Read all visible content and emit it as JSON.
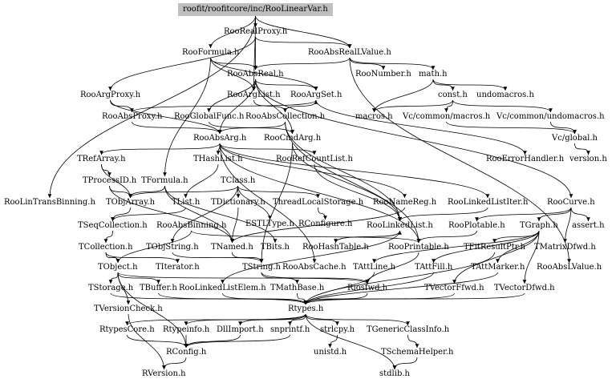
{
  "diagram": {
    "root": "roofit/roofitcore/inc/RooLinearVar.h",
    "nodes": [
      {
        "id": "root",
        "label": "roofit/roofitcore/inc/RooLinearVar.h"
      },
      {
        "id": "RooRealProxy",
        "label": "RooRealProxy.h"
      },
      {
        "id": "RooFormula",
        "label": "RooFormula.h"
      },
      {
        "id": "RooAbsRealLValue",
        "label": "RooAbsRealLValue.h"
      },
      {
        "id": "RooAbsReal",
        "label": "RooAbsReal.h"
      },
      {
        "id": "RooNumber",
        "label": "RooNumber.h"
      },
      {
        "id": "math",
        "label": "math.h"
      },
      {
        "id": "RooArgProxy",
        "label": "RooArgProxy.h"
      },
      {
        "id": "RooArgList",
        "label": "RooArgList.h"
      },
      {
        "id": "RooArgSet",
        "label": "RooArgSet.h"
      },
      {
        "id": "const",
        "label": "const.h"
      },
      {
        "id": "undomacros",
        "label": "undomacros.h"
      },
      {
        "id": "RooAbsProxy",
        "label": "RooAbsProxy.h"
      },
      {
        "id": "RooGlobalFunc",
        "label": "RooGlobalFunc.h"
      },
      {
        "id": "RooAbsCollection",
        "label": "RooAbsCollection.h"
      },
      {
        "id": "macros",
        "label": "macros.h"
      },
      {
        "id": "VcCommonMacros",
        "label": "Vc/common/macros.h"
      },
      {
        "id": "VcCommonUndomacros",
        "label": "Vc/common/undomacros.h"
      },
      {
        "id": "RooAbsArg",
        "label": "RooAbsArg.h"
      },
      {
        "id": "RooCmdArg",
        "label": "RooCmdArg.h"
      },
      {
        "id": "VcGlobal",
        "label": "Vc/global.h"
      },
      {
        "id": "TRefArray",
        "label": "TRefArray.h"
      },
      {
        "id": "THashList",
        "label": "THashList.h"
      },
      {
        "id": "RooRefCountList",
        "label": "RooRefCountList.h"
      },
      {
        "id": "RooErrorHandler",
        "label": "RooErrorHandler.h"
      },
      {
        "id": "version",
        "label": "version.h"
      },
      {
        "id": "TProcessID",
        "label": "TProcessID.h"
      },
      {
        "id": "TFormula",
        "label": "TFormula.h"
      },
      {
        "id": "TClass",
        "label": "TClass.h"
      },
      {
        "id": "RooLinTransBinning",
        "label": "RooLinTransBinning.h"
      },
      {
        "id": "TObjArray",
        "label": "TObjArray.h"
      },
      {
        "id": "TList",
        "label": "TList.h"
      },
      {
        "id": "TDictionary",
        "label": "TDictionary.h"
      },
      {
        "id": "ThreadLocalStorage",
        "label": "ThreadLocalStorage.h"
      },
      {
        "id": "RooNameReg",
        "label": "RooNameReg.h"
      },
      {
        "id": "RooLinkedListIter",
        "label": "RooLinkedListIter.h"
      },
      {
        "id": "RooCurve",
        "label": "RooCurve.h"
      },
      {
        "id": "ESTLType",
        "label": "ESTLType.h"
      },
      {
        "id": "RConfigure",
        "label": "RConfigure.h"
      },
      {
        "id": "TSeqCollection",
        "label": "TSeqCollection.h"
      },
      {
        "id": "RooAbsBinning",
        "label": "RooAbsBinning.h"
      },
      {
        "id": "RooLinkedList",
        "label": "RooLinkedList.h"
      },
      {
        "id": "RooPlotable",
        "label": "RooPlotable.h"
      },
      {
        "id": "TGraph",
        "label": "TGraph.h"
      },
      {
        "id": "assert",
        "label": "assert.h"
      },
      {
        "id": "TCollection",
        "label": "TCollection.h"
      },
      {
        "id": "TObjString",
        "label": "TObjString.h"
      },
      {
        "id": "TNamed",
        "label": "TNamed.h"
      },
      {
        "id": "TBits",
        "label": "TBits.h"
      },
      {
        "id": "RooHashTable",
        "label": "RooHashTable.h"
      },
      {
        "id": "RooPrintable",
        "label": "RooPrintable.h"
      },
      {
        "id": "TFitResultPtr",
        "label": "TFitResultPtr.h"
      },
      {
        "id": "TMatrixDfwd",
        "label": "TMatrixDfwd.h"
      },
      {
        "id": "TObject",
        "label": "TObject.h"
      },
      {
        "id": "TIterator",
        "label": "TIterator.h"
      },
      {
        "id": "TString",
        "label": "TString.h"
      },
      {
        "id": "RooAbsCache",
        "label": "RooAbsCache.h"
      },
      {
        "id": "TAttLine",
        "label": "TAttLine.h"
      },
      {
        "id": "TAttFill",
        "label": "TAttFill.h"
      },
      {
        "id": "TAttMarker",
        "label": "TAttMarker.h"
      },
      {
        "id": "RooAbsLValue",
        "label": "RooAbsLValue.h"
      },
      {
        "id": "TStorage",
        "label": "TStorage.h"
      },
      {
        "id": "TBuffer",
        "label": "TBuffer.h"
      },
      {
        "id": "RooLinkedListElem",
        "label": "RooLinkedListElem.h"
      },
      {
        "id": "TMathBase",
        "label": "TMathBase.h"
      },
      {
        "id": "Riosfwd",
        "label": "Riosfwd.h"
      },
      {
        "id": "TVectorFfwd",
        "label": "TVectorFfwd.h"
      },
      {
        "id": "TVectorDfwd",
        "label": "TVectorDfwd.h"
      },
      {
        "id": "TVersionCheck",
        "label": "TVersionCheck.h"
      },
      {
        "id": "Rtypes",
        "label": "Rtypes.h"
      },
      {
        "id": "RtypesCore",
        "label": "RtypesCore.h"
      },
      {
        "id": "Rtypeinfo",
        "label": "Rtypeinfo.h"
      },
      {
        "id": "DllImport",
        "label": "DllImport.h"
      },
      {
        "id": "snprintf",
        "label": "snprintf.h"
      },
      {
        "id": "strlcpy",
        "label": "strlcpy.h"
      },
      {
        "id": "TGenericClassInfo",
        "label": "TGenericClassInfo.h"
      },
      {
        "id": "RConfig",
        "label": "RConfig.h"
      },
      {
        "id": "unistd",
        "label": "unistd.h"
      },
      {
        "id": "TSchemaHelper",
        "label": "TSchemaHelper.h"
      },
      {
        "id": "RVersion",
        "label": "RVersion.h"
      },
      {
        "id": "stdlib",
        "label": "stdlib.h"
      }
    ],
    "edges": [
      [
        "root",
        "RooRealProxy"
      ],
      [
        "root",
        "RooAbsRealLValue"
      ],
      [
        "root",
        "RooFormula"
      ],
      [
        "root",
        "RooArgList"
      ],
      [
        "root",
        "RooLinTransBinning"
      ],
      [
        "RooRealProxy",
        "RooArgProxy"
      ],
      [
        "RooRealProxy",
        "RooAbsReal"
      ],
      [
        "RooRealProxy",
        "RooAbsRealLValue"
      ],
      [
        "RooFormula",
        "RooAbsReal"
      ],
      [
        "RooFormula",
        "RooArgSet"
      ],
      [
        "RooFormula",
        "RooArgList"
      ],
      [
        "RooFormula",
        "TFormula"
      ],
      [
        "RooAbsRealLValue",
        "RooAbsReal"
      ],
      [
        "RooAbsRealLValue",
        "RooNumber"
      ],
      [
        "RooAbsRealLValue",
        "math"
      ],
      [
        "RooAbsRealLValue",
        "RooAbsLValue"
      ],
      [
        "RooAbsReal",
        "RooArgList"
      ],
      [
        "RooAbsReal",
        "RooArgSet"
      ],
      [
        "RooAbsReal",
        "RooGlobalFunc"
      ],
      [
        "RooAbsReal",
        "RooAbsArg"
      ],
      [
        "RooAbsReal",
        "RooCurve"
      ],
      [
        "RooAbsReal",
        "RooCmdArg"
      ],
      [
        "math",
        "const"
      ],
      [
        "math",
        "undomacros"
      ],
      [
        "math",
        "macros"
      ],
      [
        "const",
        "macros"
      ],
      [
        "const",
        "VcCommonMacros"
      ],
      [
        "const",
        "VcCommonUndomacros"
      ],
      [
        "VcCommonMacros",
        "VcGlobal"
      ],
      [
        "VcCommonUndomacros",
        "VcGlobal"
      ],
      [
        "VcGlobal",
        "version"
      ],
      [
        "RooArgProxy",
        "RooAbsProxy"
      ],
      [
        "RooArgProxy",
        "RooAbsArg"
      ],
      [
        "RooArgList",
        "RooAbsCollection"
      ],
      [
        "RooArgSet",
        "RooAbsCollection"
      ],
      [
        "RooArgSet",
        "RooErrorHandler"
      ],
      [
        "RooAbsProxy",
        "RooAbsArg"
      ],
      [
        "RooAbsProxy",
        "RooArgSet"
      ],
      [
        "RooGlobalFunc",
        "RooCmdArg"
      ],
      [
        "RooAbsCollection",
        "RooAbsArg"
      ],
      [
        "RooAbsCollection",
        "RooLinkedList"
      ],
      [
        "RooAbsCollection",
        "RooPrintable"
      ],
      [
        "RooAbsArg",
        "TRefArray"
      ],
      [
        "RooAbsArg",
        "THashList"
      ],
      [
        "RooAbsArg",
        "RooRefCountList"
      ],
      [
        "RooAbsArg",
        "RooNameReg"
      ],
      [
        "RooAbsArg",
        "RooLinkedListIter"
      ],
      [
        "RooAbsArg",
        "RooAbsCache"
      ],
      [
        "RooAbsArg",
        "RooPrintable"
      ],
      [
        "RooCmdArg",
        "RooLinkedList"
      ],
      [
        "RooCmdArg",
        "TString"
      ],
      [
        "TRefArray",
        "TProcessID"
      ],
      [
        "TRefArray",
        "TObjArray"
      ],
      [
        "TProcessID",
        "TObjArray"
      ],
      [
        "TProcessID",
        "TNamed"
      ],
      [
        "TFormula",
        "TBits"
      ],
      [
        "TFormula",
        "TObjArray"
      ],
      [
        "TFormula",
        "TNamed"
      ],
      [
        "THashList",
        "TList"
      ],
      [
        "TClass",
        "TDictionary"
      ],
      [
        "TClass",
        "ThreadLocalStorage"
      ],
      [
        "TClass",
        "TObjArray"
      ],
      [
        "TClass",
        "TObjString"
      ],
      [
        "TClass",
        "ESTLType"
      ],
      [
        "TObjArray",
        "TSeqCollection"
      ],
      [
        "TList",
        "TSeqCollection"
      ],
      [
        "TDictionary",
        "TNamed"
      ],
      [
        "ThreadLocalStorage",
        "RConfigure"
      ],
      [
        "RooRefCountList",
        "RooLinkedList"
      ],
      [
        "RooNameReg",
        "TNamed"
      ],
      [
        "RooLinkedListIter",
        "RooLinkedList"
      ],
      [
        "RooCurve",
        "TGraph"
      ],
      [
        "RooCurve",
        "RooPlotable"
      ],
      [
        "RooCurve",
        "TMatrixDfwd"
      ],
      [
        "RooCurve",
        "assert"
      ],
      [
        "TSeqCollection",
        "TCollection"
      ],
      [
        "RooAbsBinning",
        "TObject"
      ],
      [
        "RooAbsBinning",
        "RooPrintable"
      ],
      [
        "RooLinkedList",
        "RooHashTable"
      ],
      [
        "RooLinkedList",
        "RooLinkedListElem"
      ],
      [
        "RooPlotable",
        "RooPrintable"
      ],
      [
        "TGraph",
        "TAttLine"
      ],
      [
        "TGraph",
        "TAttFill"
      ],
      [
        "TGraph",
        "TAttMarker"
      ],
      [
        "TGraph",
        "TFitResultPtr"
      ],
      [
        "TGraph",
        "TVectorFfwd"
      ],
      [
        "TGraph",
        "TVectorDfwd"
      ],
      [
        "TCollection",
        "TObject"
      ],
      [
        "TCollection",
        "TIterator"
      ],
      [
        "TObjString",
        "TString"
      ],
      [
        "TNamed",
        "TString"
      ],
      [
        "RooHashTable",
        "RooLinkedList"
      ],
      [
        "RooPrintable",
        "Riosfwd"
      ],
      [
        "TFitResultPtr",
        "Rtypes"
      ],
      [
        "TObject",
        "TStorage"
      ],
      [
        "TObject",
        "TBuffer"
      ],
      [
        "TObject",
        "Riosfwd"
      ],
      [
        "TObject",
        "TVersionCheck"
      ],
      [
        "TObject",
        "RConfig"
      ],
      [
        "TString",
        "TMathBase"
      ],
      [
        "TString",
        "Riosfwd"
      ],
      [
        "TAttLine",
        "Rtypes"
      ],
      [
        "TAttFill",
        "Rtypes"
      ],
      [
        "TAttMarker",
        "Rtypes"
      ],
      [
        "TStorage",
        "Rtypes"
      ],
      [
        "TBuffer",
        "Rtypes"
      ],
      [
        "RooLinkedListElem",
        "Rtypes"
      ],
      [
        "TMathBase",
        "Rtypes"
      ],
      [
        "Riosfwd",
        "Rtypes"
      ],
      [
        "TVectorFfwd",
        "Rtypes"
      ],
      [
        "TVectorDfwd",
        "Rtypes"
      ],
      [
        "TVersionCheck",
        "RVersion"
      ],
      [
        "Rtypes",
        "RtypesCore"
      ],
      [
        "Rtypes",
        "Rtypeinfo"
      ],
      [
        "Rtypes",
        "DllImport"
      ],
      [
        "Rtypes",
        "snprintf"
      ],
      [
        "Rtypes",
        "strlcpy"
      ],
      [
        "Rtypes",
        "TGenericClassInfo"
      ],
      [
        "Rtypes",
        "stdlib"
      ],
      [
        "RtypesCore",
        "RConfig"
      ],
      [
        "Rtypeinfo",
        "RConfig"
      ],
      [
        "DllImport",
        "RConfig"
      ],
      [
        "snprintf",
        "RConfig"
      ],
      [
        "strlcpy",
        "unistd"
      ],
      [
        "TGenericClassInfo",
        "TSchemaHelper"
      ],
      [
        "RConfig",
        "RVersion"
      ],
      [
        "TSchemaHelper",
        "stdlib"
      ]
    ]
  }
}
